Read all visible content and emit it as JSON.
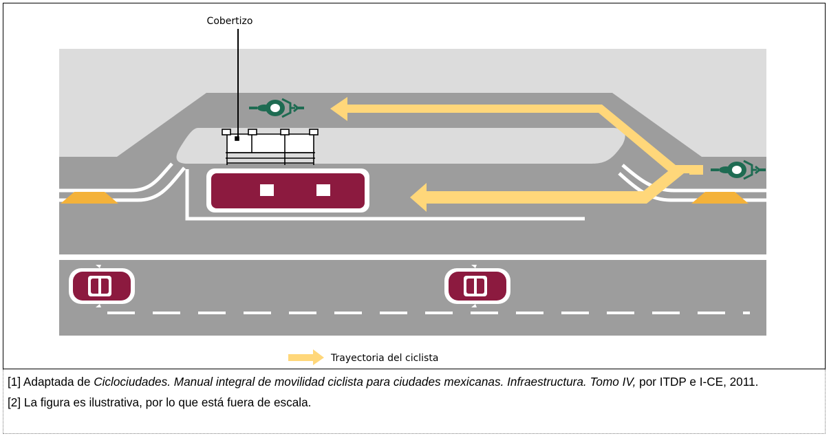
{
  "diagram": {
    "shed_label": "Cobertizo",
    "legend_label": "Trayectoria del ciclista"
  },
  "notes": {
    "note1_prefix": "[1] Adaptada de ",
    "note1_title": "Ciclociudades. Manual integral de movilidad ciclista para ciudades mexicanas. Infraestructura. Tomo IV,",
    "note1_suffix": " por ITDP e I-CE, 2011.",
    "note2": "[2] La figura es ilustrativa, por lo que está fuera de escala."
  },
  "colors": {
    "road": "#9d9d9d",
    "sidewalk": "#dcdcdc",
    "vehicle": "#8c1a3f",
    "cyclist_path": "#ffd77a",
    "bike_icon": "#1e6b52",
    "bumper": "#f4b23a"
  }
}
